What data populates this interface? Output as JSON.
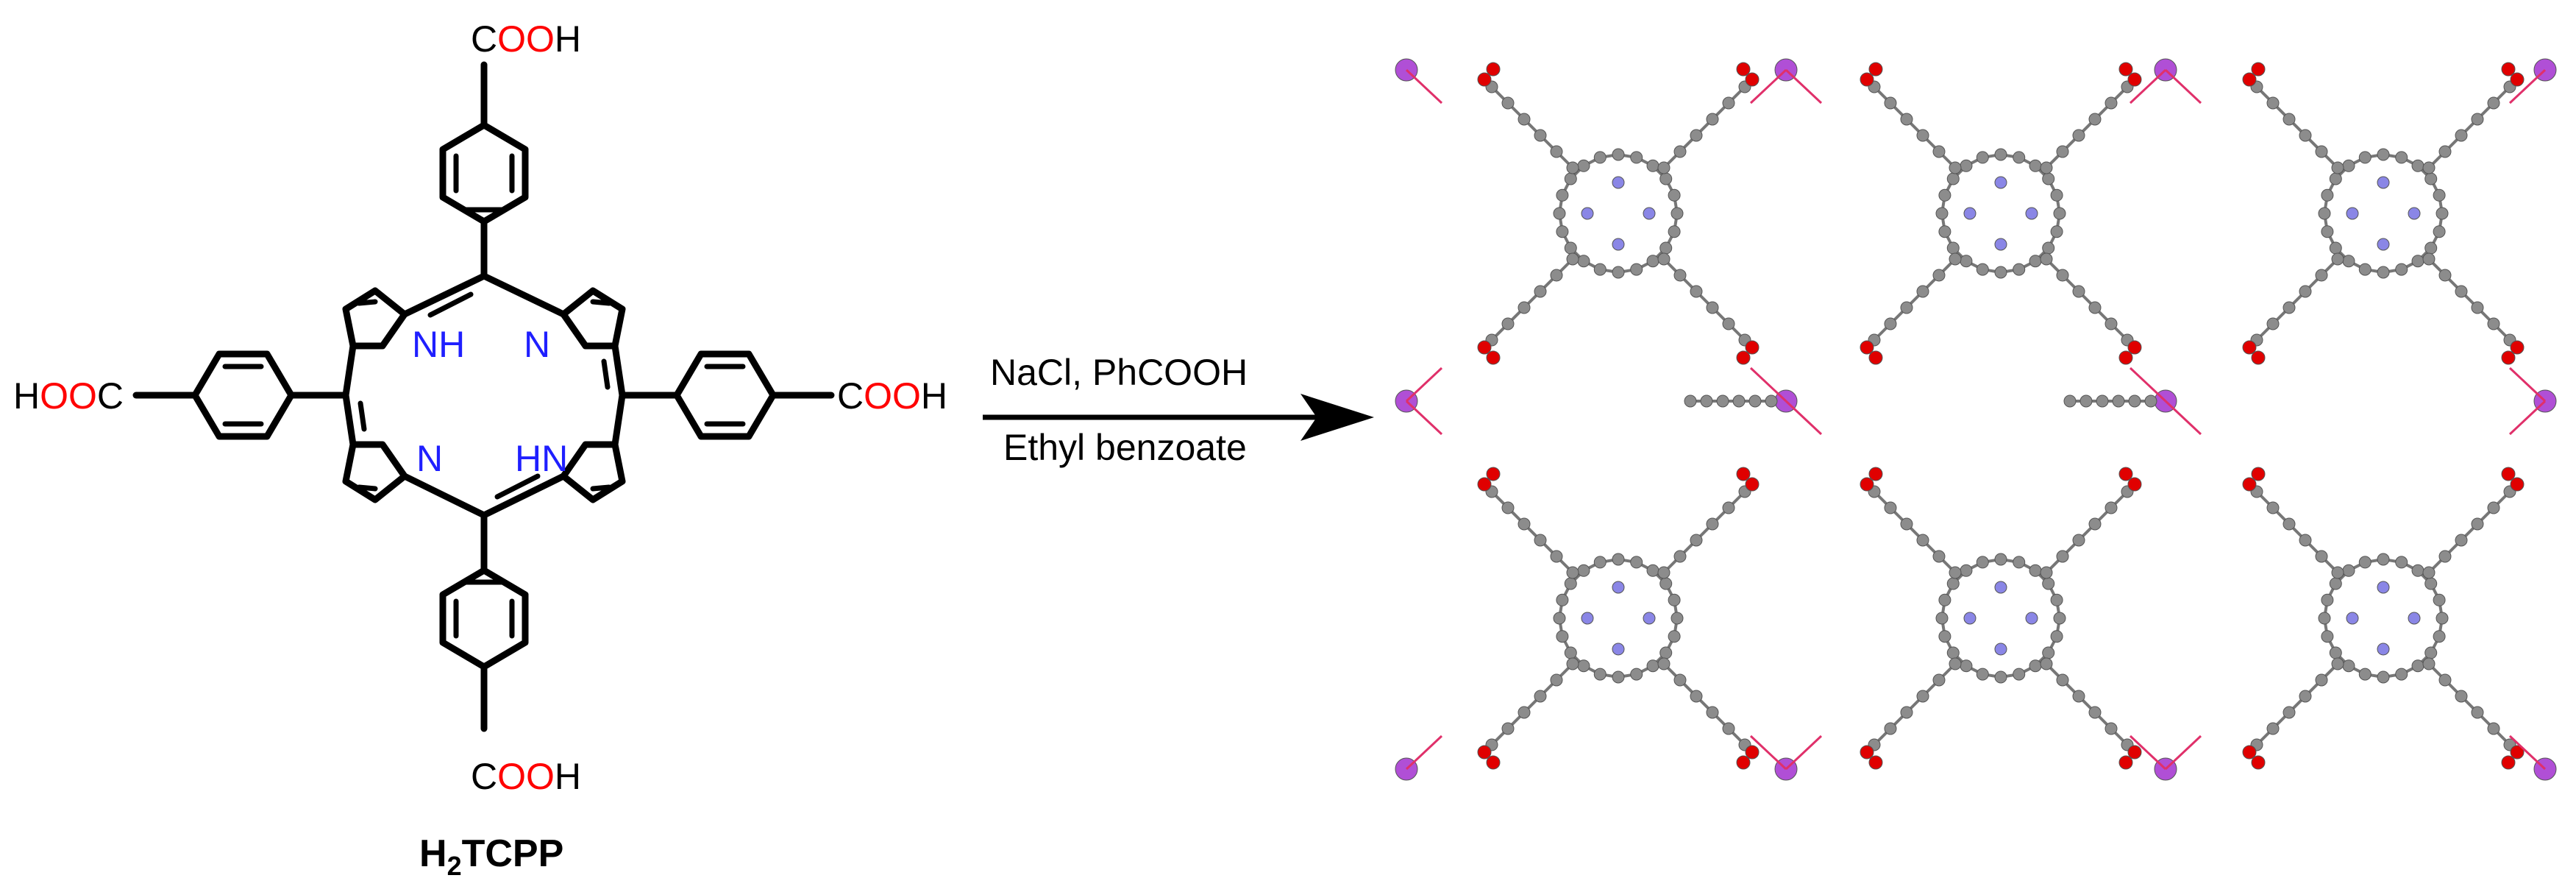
{
  "reactant": {
    "name_base": "H",
    "name_sub": "2",
    "name_rest": "TCPP",
    "nh_label": "NH",
    "hn_label": "HN",
    "n_label": "N",
    "acid_top": {
      "c": "C",
      "oo": "OO",
      "h": "H"
    },
    "acid_bottom": {
      "c": "C",
      "oo": "OO",
      "h": "H"
    },
    "acid_right": {
      "c": "C",
      "oo": "OO",
      "h": "H"
    },
    "acid_left": {
      "h": "H",
      "oo": "OO",
      "c": "C"
    }
  },
  "reaction": {
    "reagents": "NaCl, PhCOOH",
    "solvent": "Ethyl benzoate"
  },
  "colors": {
    "oxygen_red": "#ff0000",
    "nitrogen_blue": "#1f1fff",
    "framework_carbon": "#8c8c8c",
    "framework_nitrogen": "#8a86e6",
    "framework_oxygen": "#e00000",
    "framework_sodium": "#b04fd6",
    "bond_black": "#000000"
  },
  "framework": {
    "description_icon": "mof-crystal-structure"
  }
}
